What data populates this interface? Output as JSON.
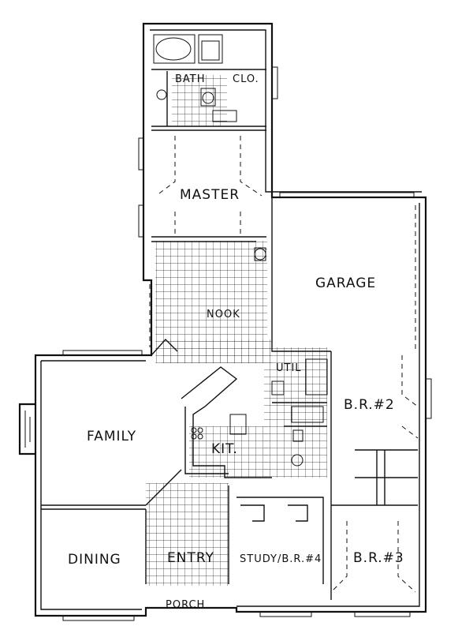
{
  "rooms": {
    "bath": "BATH",
    "closet": "CLO.",
    "master": "MASTER",
    "garage": "GARAGE",
    "nook": "NOOK",
    "utility": "UTIL",
    "family": "FAMILY",
    "kitchen": "KIT.",
    "br2": "B.R.#2",
    "br3": "B.R.#3",
    "dining": "DINING",
    "entry": "ENTRY",
    "study": "STUDY/B.R.#4",
    "porch": "PORCH"
  }
}
